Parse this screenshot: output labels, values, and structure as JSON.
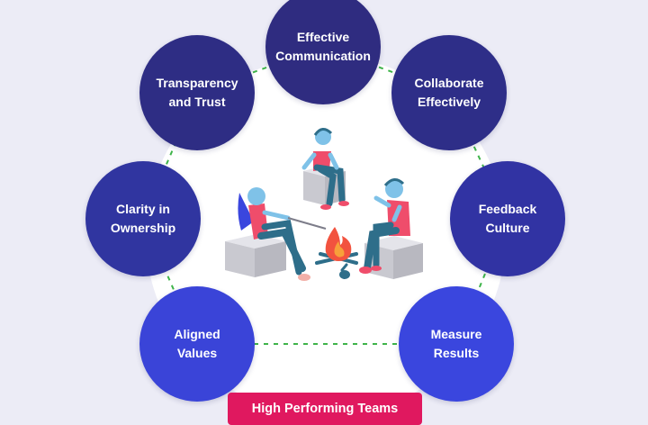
{
  "diagram": {
    "title": "High Performing Teams",
    "nodes": [
      {
        "id": "effective-communication",
        "label": "Effective\nCommunication",
        "color": "#2f2c80"
      },
      {
        "id": "collaborate-effectively",
        "label": "Collaborate\nEffectively",
        "color": "#2e2e88"
      },
      {
        "id": "feedback-culture",
        "label": "Feedback\nCulture",
        "color": "#3133a3"
      },
      {
        "id": "measure-results",
        "label": "Measure\nResults",
        "color": "#3a46de"
      },
      {
        "id": "aligned-values",
        "label": "Aligned\nValues",
        "color": "#3a44d8"
      },
      {
        "id": "clarity-in-ownership",
        "label": "Clarity in\nOwnership",
        "color": "#3035a0"
      },
      {
        "id": "transparency-and-trust",
        "label": "Transparency\nand Trust",
        "color": "#2e2d84"
      }
    ],
    "colors": {
      "background": "#ececf6",
      "inner_circle": "#ffffff",
      "connector": "#3fb44a",
      "banner": "#e0185f",
      "fire": "#f2533f",
      "skin": "#7fc2e8",
      "shirt": "#ef4d6b",
      "pants": "#2e6e8a",
      "cube": "#d2d2d8"
    },
    "illustration": {
      "description": "three people sitting on blocks around a campfire",
      "icon": "campfire-team-illustration"
    }
  }
}
